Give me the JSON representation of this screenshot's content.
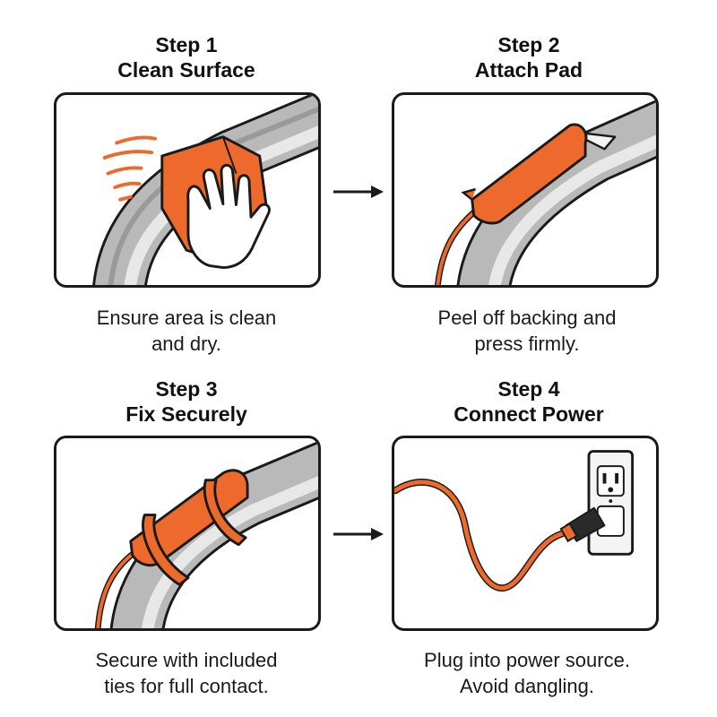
{
  "colors": {
    "accent": "#ee6a2c",
    "outline": "#1a1a1a",
    "pipe": "#c9c9c9"
  },
  "steps": [
    {
      "label": "Step 1",
      "title": "Clean Surface",
      "caption_line1": "Ensure area is clean",
      "caption_line2": "and dry."
    },
    {
      "label": "Step 2",
      "title": "Attach Pad",
      "caption_line1": "Peel off backing and",
      "caption_line2": "press firmly."
    },
    {
      "label": "Step 3",
      "title": "Fix Securely",
      "caption_line1": "Secure with included",
      "caption_line2": "ties for full contact."
    },
    {
      "label": "Step 4",
      "title": "Connect Power",
      "caption_line1": "Plug into power source.",
      "caption_line2": "Avoid dangling."
    }
  ],
  "icons": [
    "hand-wiping-icon",
    "heating-pad-icon",
    "cable-tie-icon",
    "power-outlet-icon",
    "arrow-right-icon"
  ]
}
